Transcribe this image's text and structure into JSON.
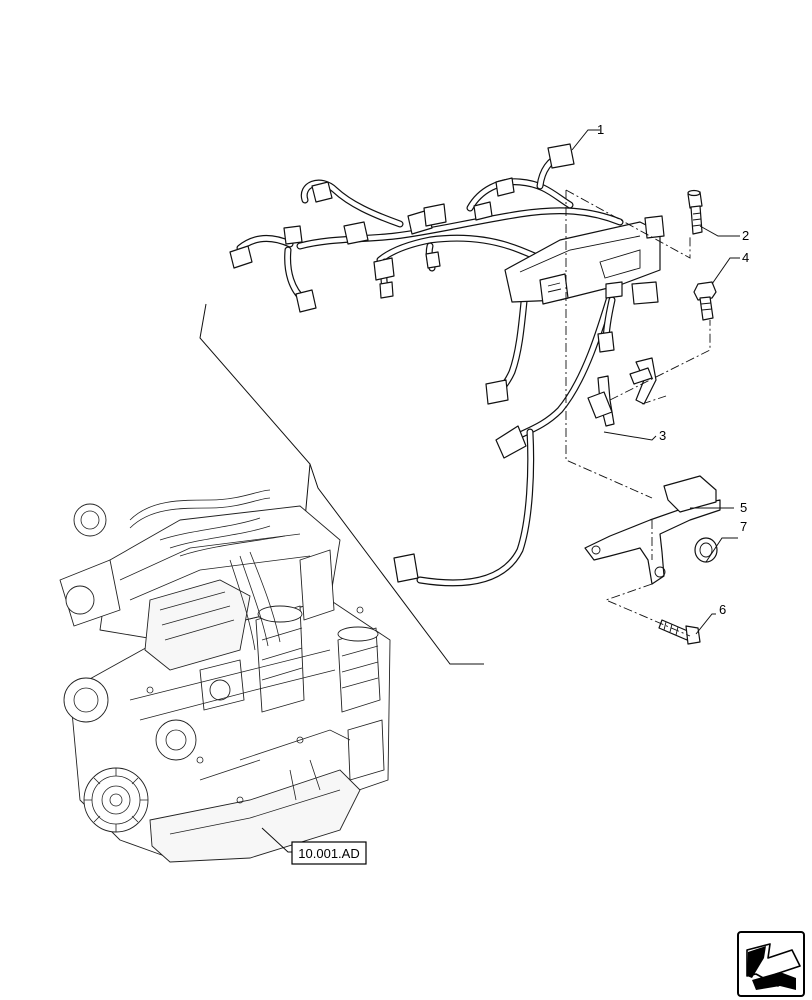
{
  "diagram": {
    "callouts": [
      {
        "id": "1",
        "label": "1"
      },
      {
        "id": "2",
        "label": "2"
      },
      {
        "id": "3",
        "label": "3"
      },
      {
        "id": "4",
        "label": "4"
      },
      {
        "id": "5",
        "label": "5"
      },
      {
        "id": "6",
        "label": "6"
      },
      {
        "id": "7",
        "label": "7"
      }
    ],
    "reference_box": "10.001.AD"
  },
  "icons": {
    "nav_arrow": "previous-page-arrow-icon"
  }
}
